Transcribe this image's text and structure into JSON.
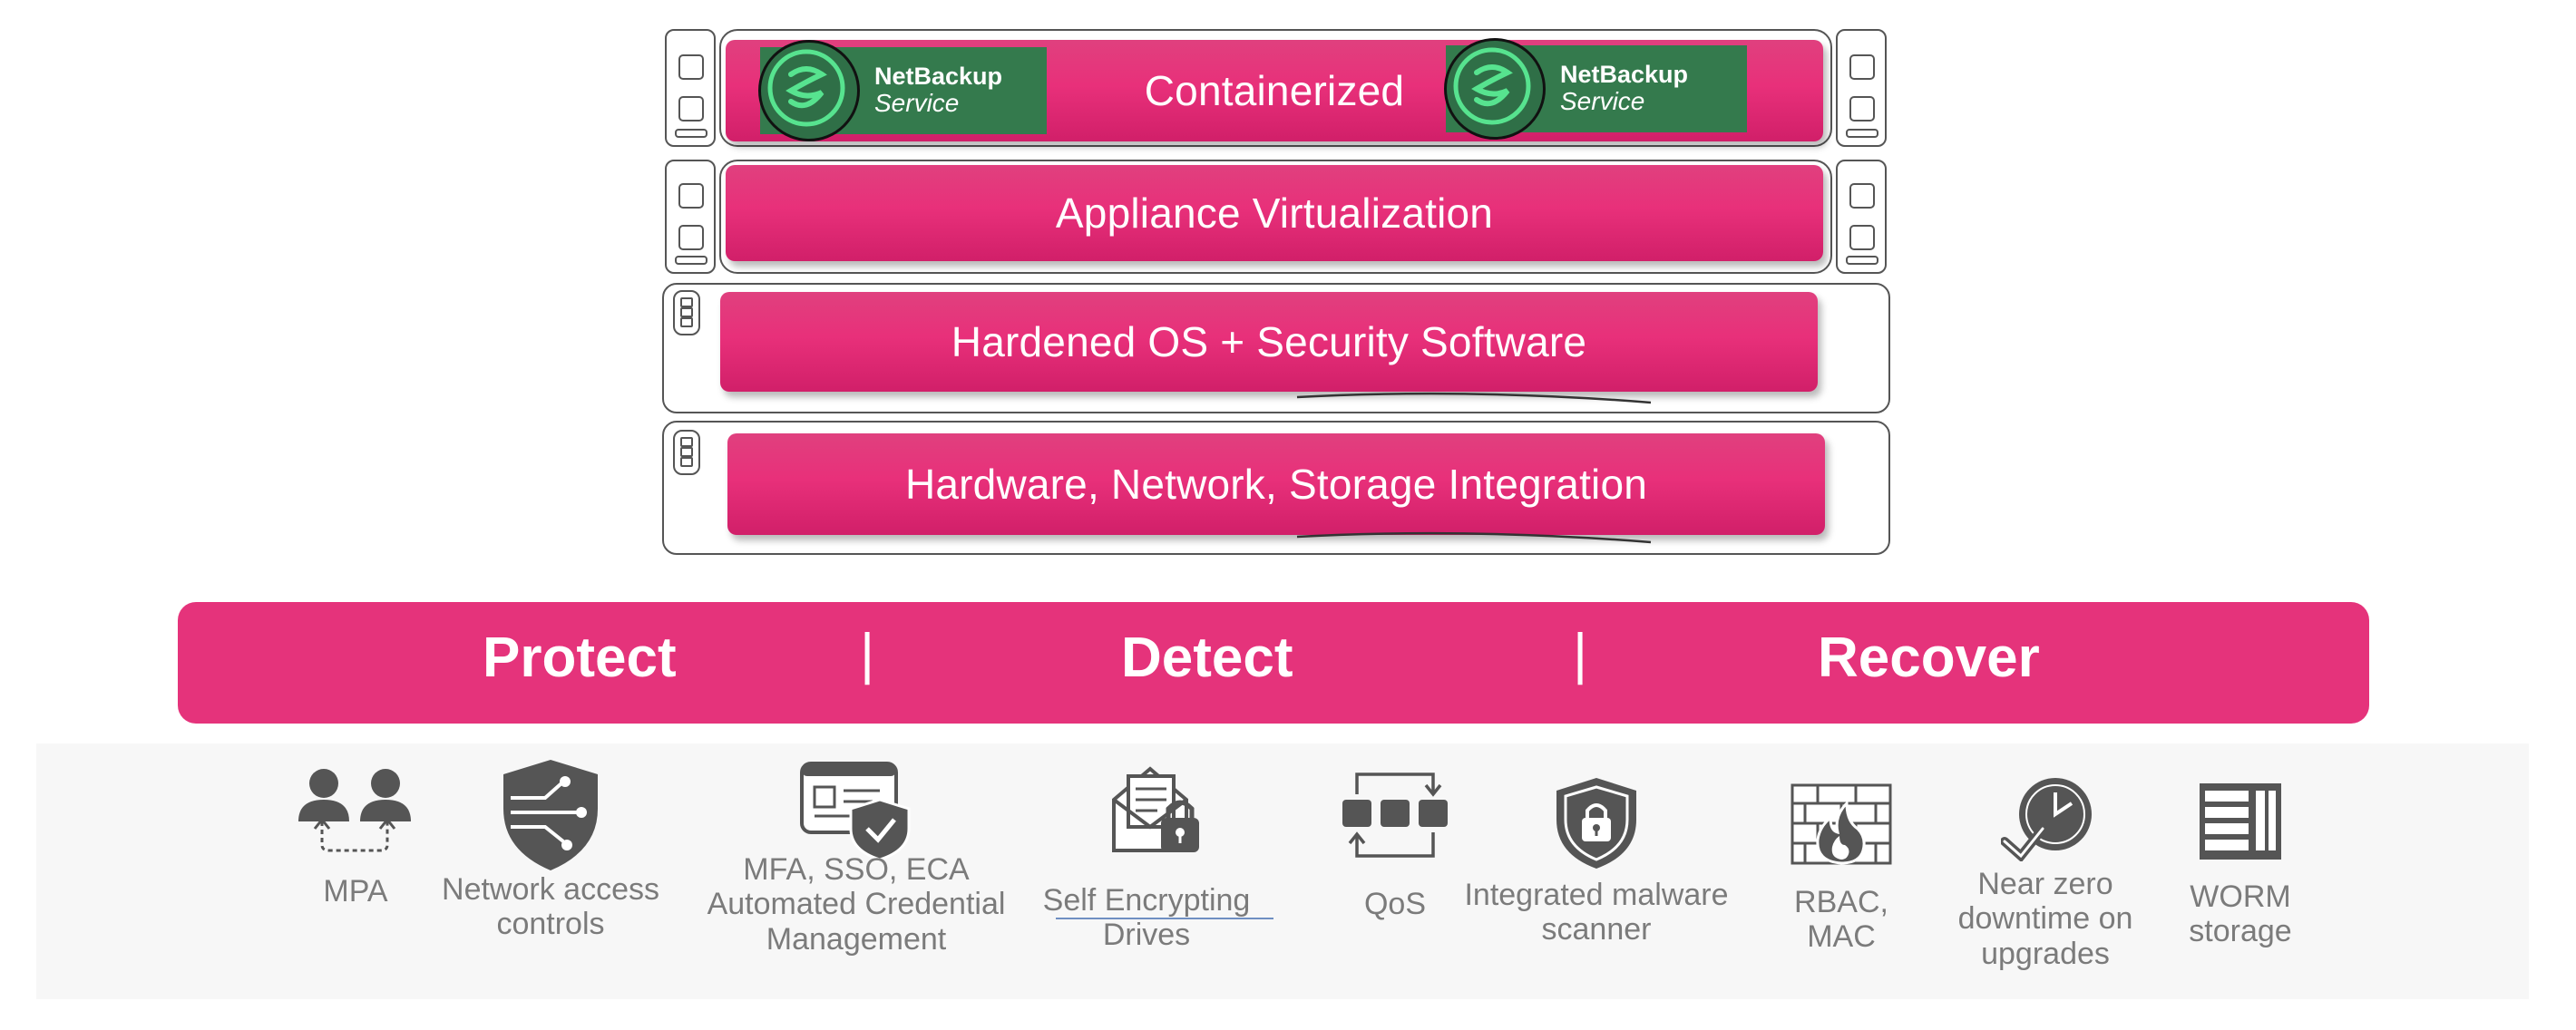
{
  "stack": {
    "containerized": {
      "label": "Containerized",
      "netbackup_left": {
        "title": "NetBackup",
        "subtitle": "Service"
      },
      "netbackup_right": {
        "title": "NetBackup",
        "subtitle": "Service"
      }
    },
    "virtualization": {
      "label": "Appliance Virtualization"
    },
    "os": {
      "label": "Hardened OS + Security Software"
    },
    "hardware": {
      "label": "Hardware, Network, Storage Integration"
    }
  },
  "band": {
    "protect": "Protect",
    "sep1": "|",
    "detect": "Detect",
    "sep2": "|",
    "recover": "Recover"
  },
  "features": [
    {
      "label": "MPA",
      "icon": "people-approval-icon"
    },
    {
      "label": "Network access controls",
      "icon": "network-shield-icon"
    },
    {
      "label": "MFA, SSO, ECA Automated Credential Management",
      "icon": "credential-shield-icon"
    },
    {
      "label": "Self Encrypting Drives",
      "icon": "locked-document-icon"
    },
    {
      "label": "QoS",
      "icon": "qos-flow-icon"
    },
    {
      "label": "Integrated malware scanner",
      "icon": "lock-shield-icon"
    },
    {
      "label": "RBAC, MAC",
      "icon": "firewall-icon"
    },
    {
      "label": "Near zero downtime on upgrades",
      "icon": "clock-check-icon"
    },
    {
      "label": "WORM storage",
      "icon": "storage-server-icon"
    }
  ],
  "colors": {
    "accent": "#e5337b",
    "netbackup_green": "#347a4d",
    "caption_gray": "#7b7b7b"
  }
}
